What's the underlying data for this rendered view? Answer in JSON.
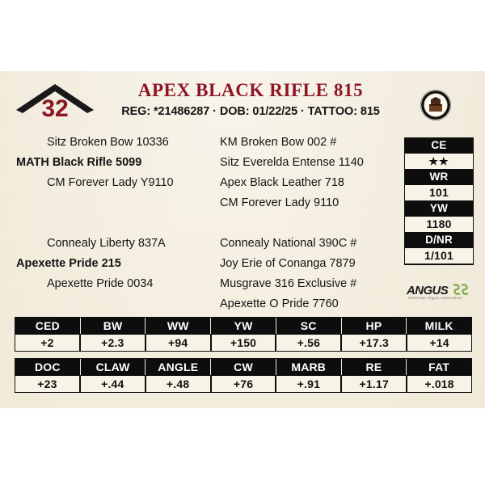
{
  "header": {
    "lot_number": "32",
    "lot_chevron_icon": "chevron-up-icon",
    "animal_name": "APEX BLACK RIFLE 815",
    "id_line": "REG: *21486287 · DOB: 01/22/25 · TATTOO: 815",
    "seal_icon": "association-seal-icon",
    "accent_color": "#8d1625",
    "paper_color": "#f6f1e2",
    "ink_color": "#111111"
  },
  "pedigree": {
    "left_column": {
      "group1": [
        {
          "text": "Sitz Broken Bow 10336",
          "bold": false,
          "indent": 1
        },
        {
          "text": "MATH Black Rifle 5099",
          "bold": true,
          "indent": 0
        },
        {
          "text": "CM Forever Lady Y9110",
          "bold": false,
          "indent": 1
        }
      ],
      "group2": [
        {
          "text": "Connealy Liberty 837A",
          "bold": false,
          "indent": 1
        },
        {
          "text": "Apexette Pride 215",
          "bold": true,
          "indent": 0
        },
        {
          "text": "Apexette Pride 0034",
          "bold": false,
          "indent": 1
        }
      ]
    },
    "right_column": {
      "group1": [
        {
          "text": "KM Broken Bow 002 #",
          "bold": false
        },
        {
          "text": "Sitz Everelda Entense 1140",
          "bold": false
        },
        {
          "text": "Apex Black Leather 718",
          "bold": false
        },
        {
          "text": "CM Forever Lady 9110",
          "bold": false
        }
      ],
      "group2": [
        {
          "text": "Connealy National 390C #",
          "bold": false
        },
        {
          "text": "Joy Erie of Conanga 7879",
          "bold": false
        },
        {
          "text": "Musgrave 316 Exclusive #",
          "bold": false
        },
        {
          "text": "Apexette O Pride 7760",
          "bold": false
        }
      ]
    }
  },
  "trait_stack": [
    {
      "label": "CE",
      "value": "★★"
    },
    {
      "label": "WR",
      "value": "101"
    },
    {
      "label": "YW",
      "value": "1180"
    },
    {
      "label": "D/NR",
      "value": "1/101"
    }
  ],
  "angus_logo": {
    "wordmark": "ANGUS",
    "mark_icon": "angus-g-mark-icon",
    "tagline": "American Angus Association"
  },
  "epd_tables": [
    {
      "headers": [
        "CED",
        "BW",
        "WW",
        "YW",
        "SC",
        "HP",
        "MILK"
      ],
      "values": [
        "+2",
        "+2.3",
        "+94",
        "+150",
        "+.56",
        "+17.3",
        "+14"
      ]
    },
    {
      "headers": [
        "DOC",
        "CLAW",
        "ANGLE",
        "CW",
        "MARB",
        "RE",
        "FAT"
      ],
      "values": [
        "+23",
        "+.44",
        "+.48",
        "+76",
        "+.91",
        "+1.17",
        "+.018"
      ]
    }
  ]
}
